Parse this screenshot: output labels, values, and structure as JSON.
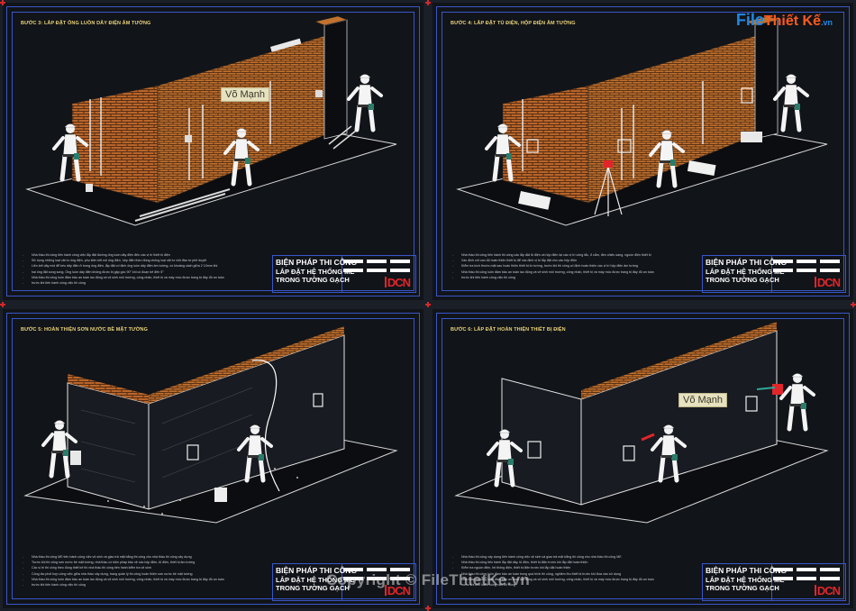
{
  "brand": {
    "file": "File",
    "rest": "Thiết Kế",
    "sub": ".vn"
  },
  "watermark": "Copyright © FileThietKe.vn",
  "credit_label": "Võ Mạnh",
  "colors": {
    "frame": "#3a56c8",
    "brick": "#c0702a",
    "title_yellow": "#e9d27a",
    "logo_red": "#e0262a"
  },
  "title_block": {
    "line1": "BIỆN PHÁP THI CÔNG",
    "line2": "LẮP ĐẶT HỆ THỐNG ME",
    "line3": "TRONG TƯỜNG GẠCH",
    "logo": "DCN"
  },
  "sheets": [
    {
      "title": "BƯỚC 3: LẮP ĐẶT ỐNG LUỒN DÂY ĐIỆN ÂM TƯỜNG",
      "notes": [
        "Nhà thầu thi công tiến hành công việc lắp đặt đường ống luồn dây điện đến các vị trí thiết bị điện",
        "Sử dụng những loại vật tư ống điện, phụ kiện kết nối ống điện, hộp điện theo đúng chủng loại vật tư chủ đầu tư phê duyệt",
        "Liên kết dây mồi để kéo dây điện ở trong ống điện, lắp đặt cố định ống luồn dây điện âm tường, có khoảng cách giữa 2 10mm khi",
        "hai ống đặt song song. Ống luồn dây điện không được bị gập góc 90° khi có đoạn bẻ đến 5°",
        "Nhà thầu thi công luôn đảm bảo an toàn lao động và vệ sinh môi trường, công nhân, thiết bị và máy móc được trang bị đầy đủ an toàn",
        "trước khi tiến hành công việc thi công"
      ]
    },
    {
      "title": "BƯỚC 4: LẮP ĐẶT TỦ ĐIỆN, HỘP ĐIỆN ÂM TƯỜNG",
      "notes": [
        "Nhà thầu thi công tiến hành thi công các lắp đặt tủ điện và hộp điện tại các vị trí công tắc, ổ cắm, đèn chiếu sáng, nguồn điện thiết bị",
        "Xác định cốt cao độ hoàn thiện thiết bị để xác định vị trí lắp đặt cho các hộp điện",
        "Kiểm tra kích thước mặt sau hoàn thiện thiết bị từ tường, trước khi thi công cố định hoàn thiện các vị trí hộp điện âm tường",
        "Nhà thầu thi công luôn đảm bảo an toàn lao động và vệ sinh môi trường, công nhân, thiết bị và máy móc được trang bị đầy đủ an toàn",
        "trước khi tiến hành công việc thi công"
      ]
    },
    {
      "title": "BƯỚC 5: HOÀN THIỆN SƠN NƯỚC BỀ MẶT TƯỜNG",
      "notes": [
        "Nhà thầu thi công ME tiến hành công việc vệ sinh và giao trả mặt bằng thi công cho nhà thầu thi công xây dựng",
        "Trước khi thi công sơn nước bề mặt tường, nhà thầu có biện pháp bảo vệ các hộp điện, tủ điện, thiết bị âm tường",
        "Các vị trí thi công theo đúng thiết kế thì nhà thầu thi công tiến hành kiểm tra vệ sinh",
        "Công tác phối hợp công việc giữa nhà thầu xây dựng, trang quản lý thi công hoàn thiện sơn nước bề mặt tường",
        "Nhà thầu thi công luôn đảm bảo an toàn lao động và vệ sinh môi trường, công nhân, thiết bị và máy móc được trang bị đầy đủ an toàn",
        "trước khi tiến hành công việc thi công"
      ]
    },
    {
      "title": "BƯỚC 6: LẮP ĐẶT HOÀN THIỆN THIẾT BỊ ĐIỆN",
      "notes": [
        "Nhà thầu thi công xây dựng tiến hành công việc vệ sinh và giao trả mặt bằng thi công cho nhà thầu thi công ME",
        "Nhà thầu thi công tiến hành lắp đặt dây, tủ điện, thiết bị điện trước khi lắp đặt hoàn thiện",
        "Kiểm tra nguồn điện, hệ thống điện, thiết bị điện trước khi lắp đặt hoàn thiện",
        "Nhà thầu thi công luôn đảm bảo an toàn trong quá trình thi công, nghiệm thu thiết bị trước khi đưa vào sử dụng",
        "Nhà thầu thi công luôn đảm bảo an toàn lao động và vệ sinh môi trường, công nhân, thiết bị và máy móc được trang bị đầy đủ an toàn",
        "trước khi tiến hành công việc thi công"
      ]
    }
  ]
}
